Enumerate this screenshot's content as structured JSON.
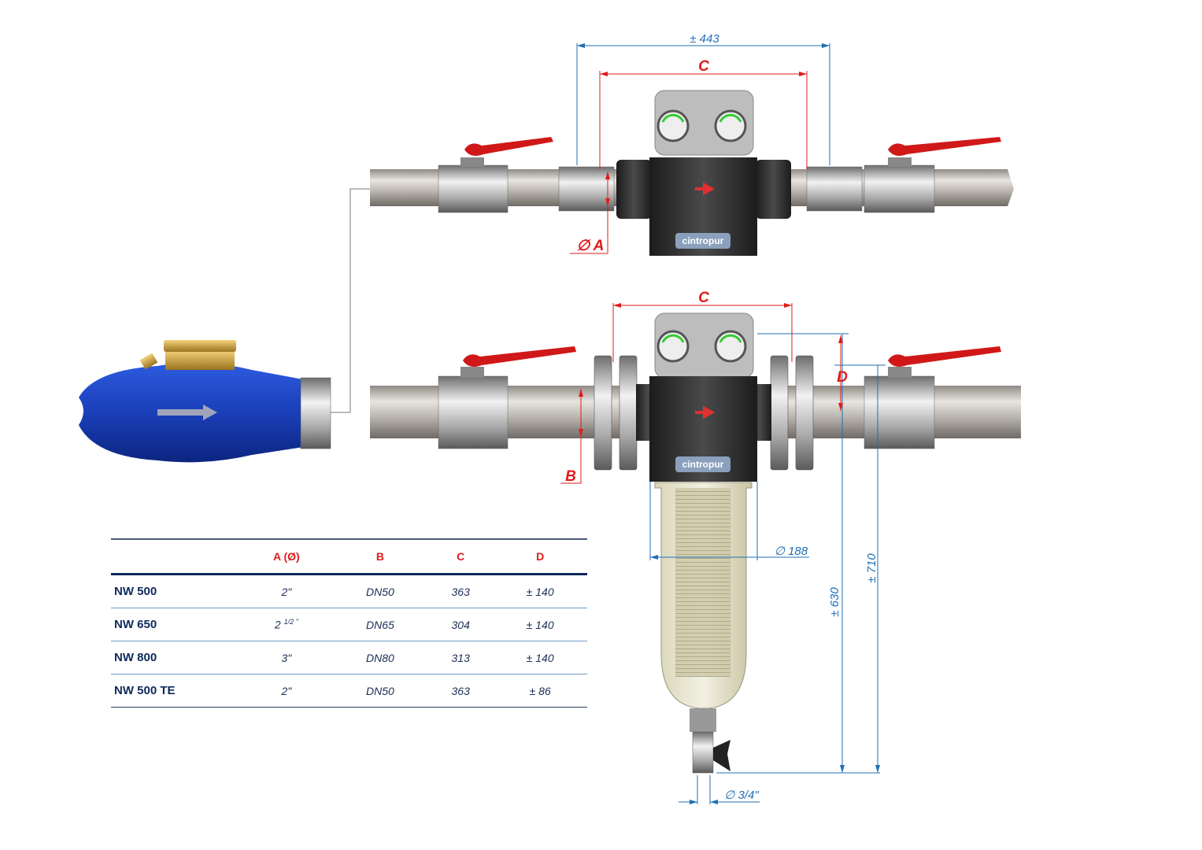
{
  "dimensions": {
    "overall_width": "± 443",
    "c_label": "C",
    "a_label": "∅ A",
    "b_label": "B",
    "d_label": "D",
    "bowl_diameter": "∅ 188",
    "height_630": "± 630",
    "height_710": "± 710",
    "drain_diameter": "∅ 3/4\""
  },
  "brand_logo": "cintropur",
  "table": {
    "headers": [
      "",
      "A (Ø)",
      "B",
      "C",
      "D"
    ],
    "rows": [
      {
        "model": "NW 500",
        "a": "2\"",
        "b": "DN50",
        "c": "363",
        "d": "± 140"
      },
      {
        "model": "NW 650",
        "a": "2",
        "a_sup": "1/2 \"",
        "b": "DN65",
        "c": "304",
        "d": "± 140"
      },
      {
        "model": "NW 800",
        "a": "3\"",
        "b": "DN80",
        "c": "313",
        "d": "± 140"
      },
      {
        "model": "NW 500 TE",
        "a": "2\"",
        "b": "DN50",
        "c": "363",
        "d": "± 86"
      }
    ]
  },
  "colors": {
    "dimension": "#1f6fb5",
    "label_red": "#e01b1b",
    "meter_blue": "#1a3fb8",
    "table_navy": "#0f2a5c"
  }
}
